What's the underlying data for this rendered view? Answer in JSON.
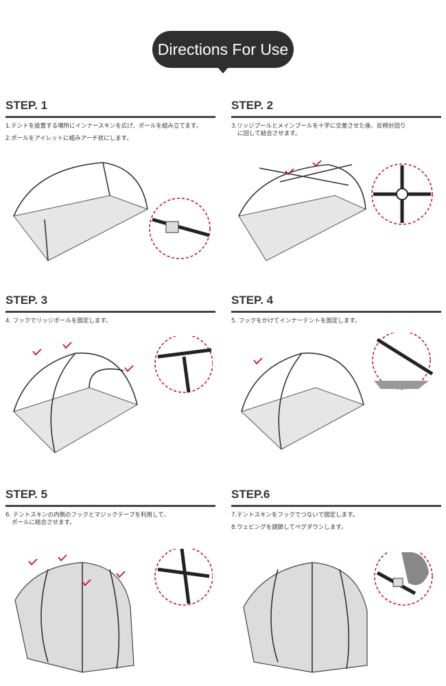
{
  "title": "Directions For Use",
  "steps": [
    {
      "heading": "STEP. 1",
      "lines": [
        "1.テントを設置する場所にインナースキンを広げ、ポールを組み立てます。",
        "2.ポールをアイレットに組みアーチ状にします。"
      ]
    },
    {
      "heading": "STEP. 2",
      "lines": [
        "3.リッジプールとメインプールを十字に交差させた後、反時計回り",
        "に回して結合させます。"
      ]
    },
    {
      "heading": "STEP. 3",
      "lines": [
        "4. フックでリッジポールを固定します。"
      ]
    },
    {
      "heading": "STEP. 4",
      "lines": [
        "5. フックをかけてインナーテントを固定します。"
      ]
    },
    {
      "heading": "STEP. 5",
      "lines": [
        "6. テントスキンの内側のフックとマジックテープを利用して、",
        "ポールに結合させます。"
      ]
    },
    {
      "heading": "STEP.6",
      "lines": [
        "7.テントスキンをフックでつないで固定します。",
        "8.ウェビングを調節してペグダウンします。"
      ]
    }
  ],
  "colors": {
    "accent": "#c8102e",
    "dark": "#2f2f2f"
  }
}
